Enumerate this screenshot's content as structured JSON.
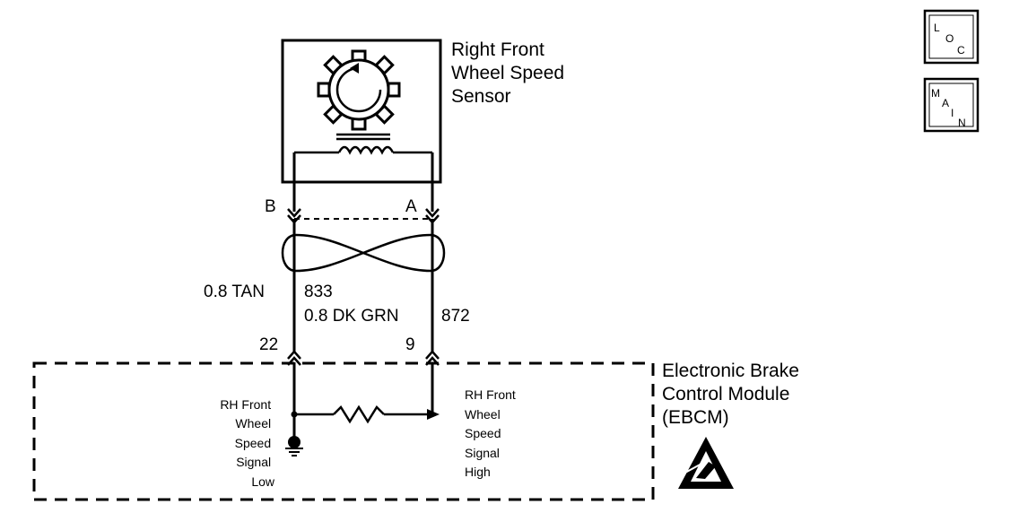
{
  "sensor": {
    "title_lines": [
      "Right Front",
      "Wheel Speed",
      "Sensor"
    ],
    "pin_b": "B",
    "pin_a": "A"
  },
  "wires": {
    "left_label": "0.8 TAN",
    "left_circuit": "833",
    "right_label": "0.8 DK GRN",
    "right_circuit": "872"
  },
  "module": {
    "pin_left": "22",
    "pin_right": "9",
    "title_lines": [
      "Electronic Brake",
      "Control Module",
      "(EBCM)"
    ],
    "signal_low_lines": [
      "RH Front",
      "Wheel",
      "Speed",
      "Signal",
      "Low"
    ],
    "signal_high_lines": [
      "RH Front",
      "Wheel",
      "Speed",
      "Signal",
      "High"
    ]
  },
  "buttons": {
    "loc": [
      "L",
      "O",
      "C"
    ],
    "main": [
      "M",
      "A",
      "I",
      "N"
    ]
  },
  "icons": {
    "esd": "esd-warning-icon",
    "ground": "ground-icon",
    "resistor": "resistor-icon",
    "twisted_pair": "twisted-pair-icon",
    "sensor_rotor": "sensor-rotor-icon",
    "coil": "coil-icon"
  }
}
